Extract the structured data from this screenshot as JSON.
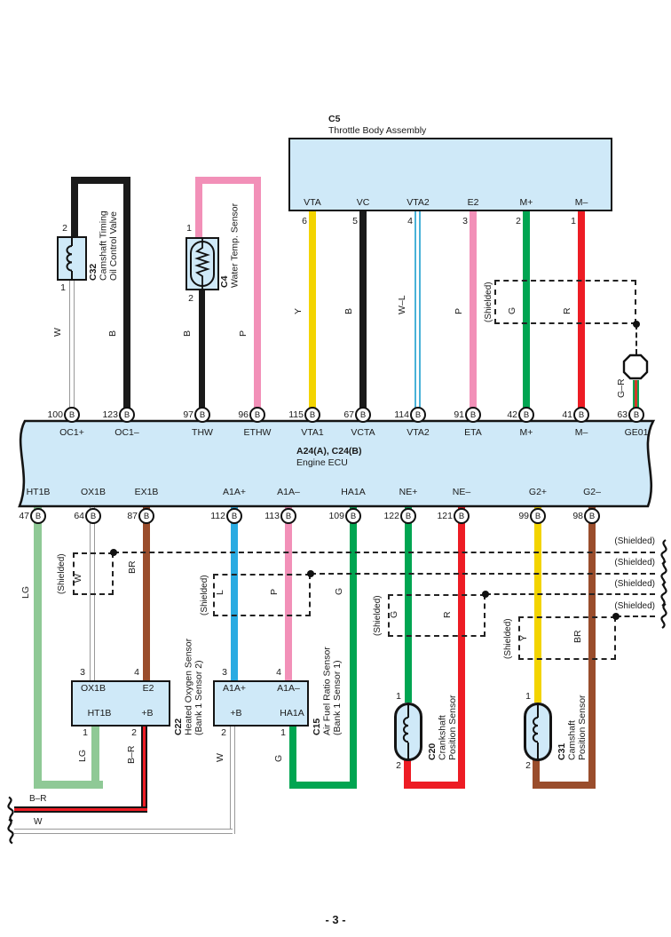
{
  "page": {
    "number": "- 3 -"
  },
  "shield_label": "(Shielded)",
  "connector_letter": "B",
  "throttle": {
    "id": "C5",
    "name": "Throttle Body Assembly",
    "pins": [
      {
        "label": "VTA",
        "num": "6"
      },
      {
        "label": "VC",
        "num": "5"
      },
      {
        "label": "VTA2",
        "num": "4"
      },
      {
        "label": "E2",
        "num": "3"
      },
      {
        "label": "M+",
        "num": "2"
      },
      {
        "label": "M–",
        "num": "1"
      }
    ]
  },
  "c32": {
    "id": "C32",
    "name_line1": "Camshaft Timing",
    "name_line2": "Oil Control Valve",
    "pin_top": "2",
    "pin_bottom": "1"
  },
  "c4": {
    "id": "C4",
    "name": "Water Temp.  Sensor",
    "pin_top": "1",
    "pin_bottom": "2"
  },
  "ecu": {
    "id": "A24(A), C24(B)",
    "name": "Engine ECU",
    "top_pins": [
      {
        "num": "100",
        "label": "OC1+"
      },
      {
        "num": "123",
        "label": "OC1–"
      },
      {
        "num": "97",
        "label": "THW"
      },
      {
        "num": "96",
        "label": "ETHW"
      },
      {
        "num": "115",
        "label": "VTA1"
      },
      {
        "num": "67",
        "label": "VCTA"
      },
      {
        "num": "114",
        "label": "VTA2"
      },
      {
        "num": "91",
        "label": "ETA"
      },
      {
        "num": "42",
        "label": "M+"
      },
      {
        "num": "41",
        "label": "M–"
      },
      {
        "num": "63",
        "label": "GE01"
      }
    ],
    "bottom_pins": [
      {
        "num": "47",
        "label": "HT1B"
      },
      {
        "num": "64",
        "label": "OX1B"
      },
      {
        "num": "87",
        "label": "EX1B"
      },
      {
        "num": "112",
        "label": "A1A+"
      },
      {
        "num": "113",
        "label": "A1A–"
      },
      {
        "num": "109",
        "label": "HA1A"
      },
      {
        "num": "122",
        "label": "NE+"
      },
      {
        "num": "121",
        "label": "NE–"
      },
      {
        "num": "99",
        "label": "G2+"
      },
      {
        "num": "98",
        "label": "G2–"
      }
    ]
  },
  "c22": {
    "id": "C22",
    "name_line1": "Heated Oxygen Sensor",
    "name_line2": "(Bank 1 Sensor 2)",
    "pins_top": [
      {
        "num": "3",
        "label": "OX1B"
      },
      {
        "num": "4",
        "label": "E2"
      }
    ],
    "pins_bottom": [
      {
        "num": "1",
        "label": "HT1B"
      },
      {
        "num": "2",
        "label": "+B"
      }
    ]
  },
  "c15": {
    "id": "C15",
    "name_line1": "Air Fuel Ratio Sensor",
    "name_line2": "(Bank 1 Sensor 1)",
    "pins_top": [
      {
        "num": "3",
        "label": "A1A+"
      },
      {
        "num": "4",
        "label": "A1A–"
      }
    ],
    "pins_bottom": [
      {
        "num": "2",
        "label": "+B"
      },
      {
        "num": "1",
        "label": "HA1A"
      }
    ]
  },
  "c20": {
    "id": "C20",
    "name_line1": "Crankshaft",
    "name_line2": "Position Sensor",
    "pin_top": "1",
    "pin_bottom": "2"
  },
  "c31": {
    "id": "C31",
    "name_line1": "Camshaft",
    "name_line2": "Position Sensor",
    "pin_top": "1",
    "pin_bottom": "2"
  },
  "wire_labels": {
    "top": [
      "W",
      "B",
      "B",
      "P",
      "Y",
      "B",
      "W–L",
      "P",
      "G",
      "R",
      "G–R"
    ],
    "bottom": [
      "LG",
      "W",
      "BR",
      "L",
      "P",
      "G",
      "G",
      "R",
      "Y",
      "BR"
    ],
    "below": [
      "LG",
      "B–R",
      "W",
      "G"
    ],
    "exit_left": [
      "B–R",
      "W"
    ]
  },
  "colors": {
    "harness_fill": "#cfe9f8",
    "black": "#1a1a1a",
    "yellow": "#f3d400",
    "pink": "#f290b8",
    "green": "#00a551",
    "red": "#ed1c24",
    "light_green": "#8fc996",
    "brown": "#9a4d2c",
    "blue": "#2aabe2",
    "white_wire": "#ffffff"
  }
}
